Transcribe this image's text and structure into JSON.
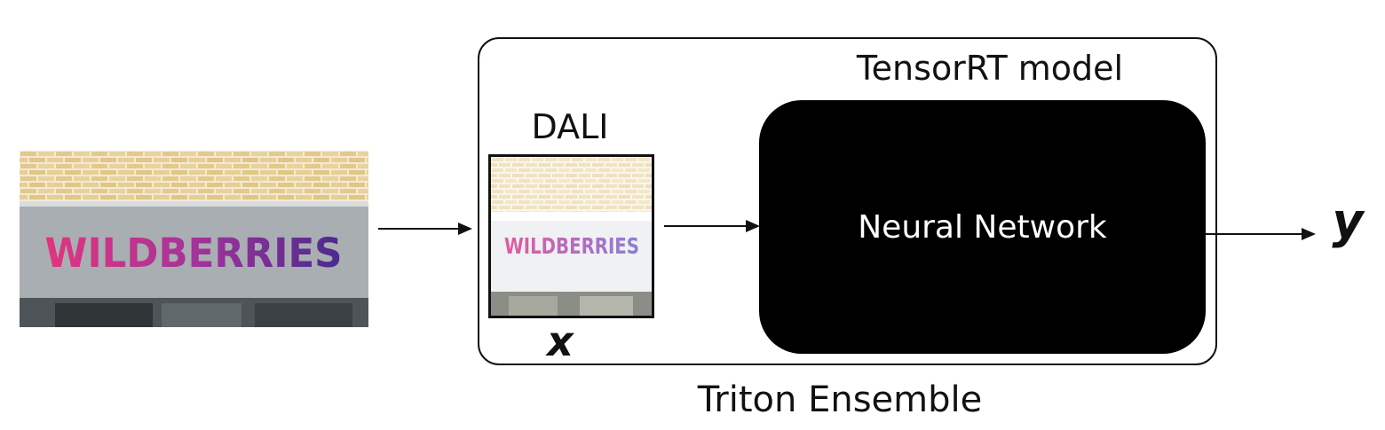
{
  "input_image": {
    "sign_text": "WILDBERRIES"
  },
  "dali": {
    "label": "DALI",
    "output_label": "x",
    "sign_text": "WILDBERRIES"
  },
  "tensorrt": {
    "label": "TensorRT model",
    "block_label": "Neural Network"
  },
  "output": {
    "label": "y"
  },
  "ensemble": {
    "label": "Triton Ensemble"
  },
  "colors": {
    "brick": "#e6cf95",
    "mortar": "#f4eee0",
    "wall": "#a9aeb2",
    "sign_start": "#e2347f",
    "sign_end": "#4a2a8f",
    "block": "#000000"
  }
}
